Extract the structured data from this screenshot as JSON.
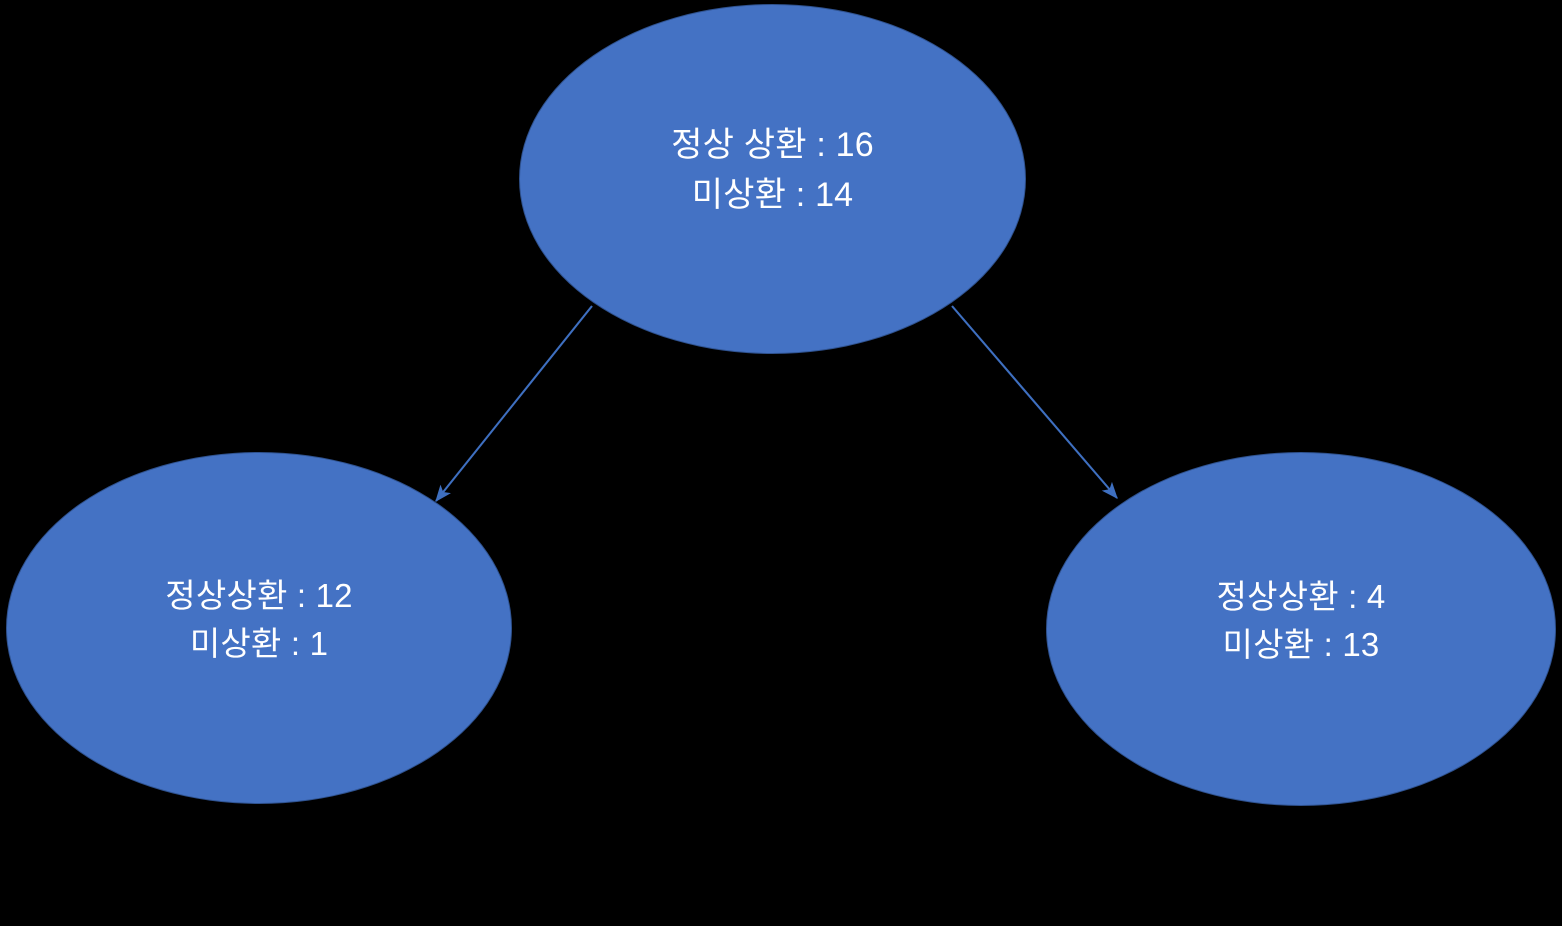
{
  "diagram": {
    "type": "decision-tree",
    "background_color": "#000000",
    "node_fill_color": "#4472C4",
    "node_border_color": "#2F528F",
    "node_text_color": "#FFFFFF",
    "edge_color": "#3E6FC0",
    "nodes": [
      {
        "id": "root",
        "role": "parent",
        "lines": [
          "정상 상환 : 16",
          "미상환 : 14"
        ],
        "values": {
          "정상 상환": 16,
          "미상환": 14
        }
      },
      {
        "id": "left",
        "role": "child-left",
        "lines": [
          "정상상환 : 12",
          "미상환 : 1"
        ],
        "values": {
          "정상상환": 12,
          "미상환": 1
        }
      },
      {
        "id": "right",
        "role": "child-right",
        "lines": [
          "정상상환 : 4",
          "미상환 : 13"
        ],
        "values": {
          "정상상환": 4,
          "미상환": 13
        }
      }
    ],
    "edges": [
      {
        "id": "root-to-left",
        "from": "root",
        "to": "left",
        "arrowhead": true
      },
      {
        "id": "root-to-right",
        "from": "root",
        "to": "right",
        "arrowhead": true
      }
    ]
  }
}
